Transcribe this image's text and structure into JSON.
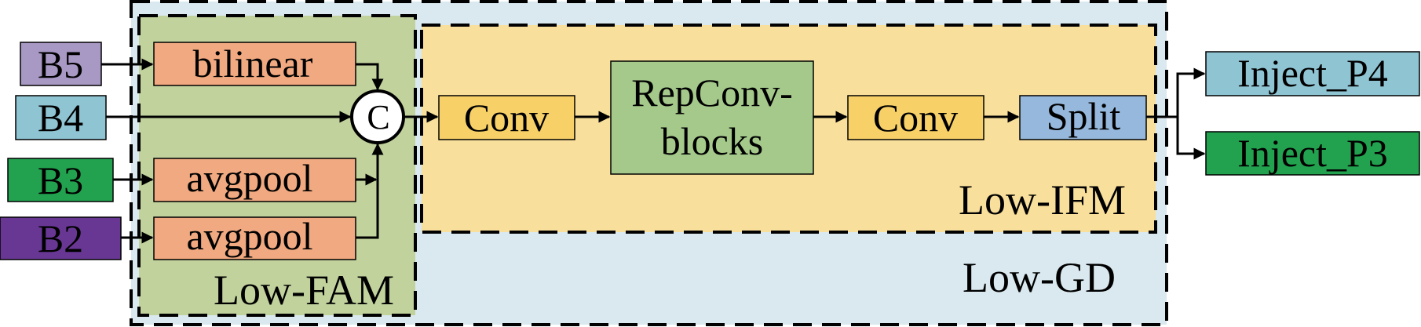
{
  "title": "Low-GD module diagram",
  "regions": {
    "low_gd": {
      "label": "Low-GD",
      "fill": "#d9e9ef"
    },
    "low_fam": {
      "label": "Low-FAM",
      "fill": "#c1d29d"
    },
    "low_ifm": {
      "label": "Low-IFM",
      "fill": "#f8df9b"
    }
  },
  "inputs": [
    {
      "id": "B5",
      "label": "B5",
      "fill": "#a898c4"
    },
    {
      "id": "B4",
      "label": "B4",
      "fill": "#8fc4d2"
    },
    {
      "id": "B3",
      "label": "B3",
      "fill": "#22a24f"
    },
    {
      "id": "B2",
      "label": "B2",
      "fill": "#683794"
    }
  ],
  "fam_ops": [
    {
      "label": "bilinear",
      "input": "B5",
      "fill": "#f0a980"
    },
    {
      "label": "avgpool",
      "input": "B3",
      "fill": "#f0a980"
    },
    {
      "label": "avgpool",
      "input": "B2",
      "fill": "#f0a980"
    }
  ],
  "concat": {
    "label": "C",
    "fill": "#ffffff"
  },
  "ifm_blocks": [
    {
      "label": "Conv",
      "fill": "#f7d168"
    },
    {
      "label_lines": [
        "RepConv-",
        "blocks"
      ],
      "fill": "#a5c98b"
    },
    {
      "label": "Conv",
      "fill": "#f7d168"
    },
    {
      "label": "Split",
      "fill": "#96b8dc"
    }
  ],
  "outputs": [
    {
      "label": "Inject_P4",
      "fill": "#8fc4d2"
    },
    {
      "label": "Inject_P3",
      "fill": "#22a24f"
    }
  ],
  "stroke_color": "#000000"
}
